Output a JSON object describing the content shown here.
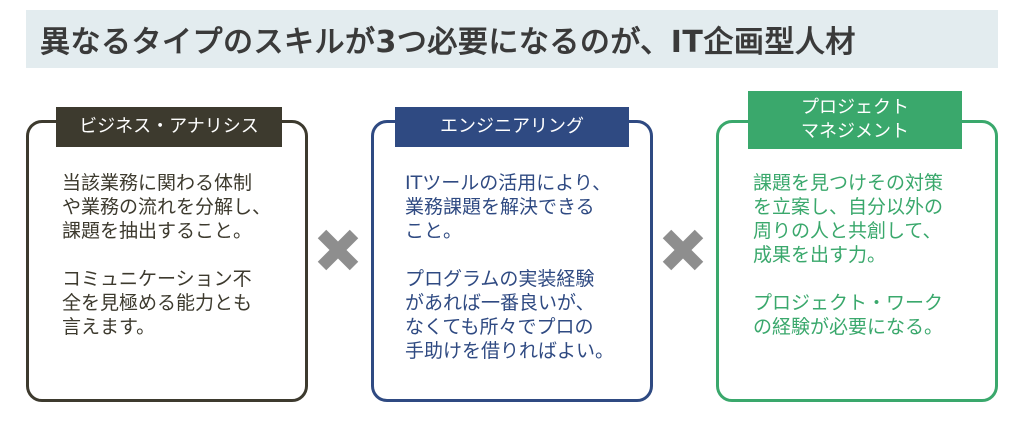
{
  "title": "異なるタイプのスキルが3つ必要になるのが、IT企画型人材",
  "colors": {
    "ba": "#3d3a2e",
    "eng": "#2f4a82",
    "pm": "#3aa86c",
    "multiply": "#8e8e8e",
    "title_bg": "#e3ecef"
  },
  "cards": [
    {
      "label": "ビジネス・アナリシス",
      "paragraphs": [
        "当該業務に関わる体制\nや業務の流れを分解し、\n課題を抽出すること。",
        "コミュニケーション不\n全を見極める能力とも\n言えます。"
      ]
    },
    {
      "label": "エンジニアリング",
      "paragraphs": [
        "ITツールの活用により、\n業務課題を解決できる\nこと。",
        "プログラムの実装経験\nがあれば一番良いが、\nなくても所々でプロの\n手助けを借りればよい。"
      ]
    },
    {
      "label": "プロジェクト\nマネジメント",
      "paragraphs": [
        "課題を見つけその対策\nを立案し、自分以外の\n周りの人と共創して、\n成果を出す力。",
        "プロジェクト・ワーク\nの経験が必要になる。"
      ]
    }
  ],
  "operator_icon": "multiply-icon"
}
